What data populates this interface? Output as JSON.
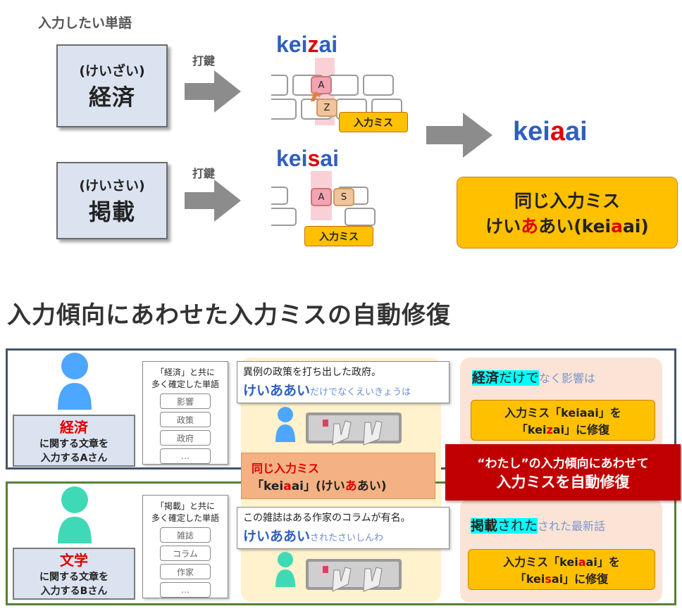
{
  "top": {
    "heading": "入力したい単語",
    "words": [
      {
        "reading": "(けいざい)",
        "kanji": "経済",
        "action": "打鍵",
        "typed": "keizai",
        "typed_pre": "kei",
        "typed_mid": "z",
        "typed_post": "ai",
        "key1": "A",
        "key2": "Z",
        "miss_label": "入力ミス"
      },
      {
        "reading": "(けいさい)",
        "kanji": "掲載",
        "action": "打鍵",
        "typed": "keisai",
        "typed_pre": "kei",
        "typed_mid": "s",
        "typed_post": "ai",
        "key1": "A",
        "key2": "S",
        "miss_label": "入力ミス"
      }
    ],
    "result": {
      "pre": "kei",
      "mid": "a",
      "post": "ai"
    },
    "result_box": {
      "line1": "同じ入力ミス",
      "line2_pre": "けい",
      "line2_mid": "あ",
      "line2_post": "あい(kei",
      "line2_mid2": "a",
      "line2_end": "ai)"
    }
  },
  "title": "入力傾向にあわせた入力ミスの自動修復",
  "panel_a": {
    "topic": "経済",
    "person_line1": "に関する文章を",
    "person_line2": "入力するAさん",
    "cand_title_1": "「経済」と共に",
    "cand_title_2": "多く確定した単語",
    "cands": [
      "影響",
      "政策",
      "政府",
      "…"
    ],
    "sentence": "異例の政策を打ち出した政府。",
    "typed_main": "けいああい",
    "typed_rest": "だけでなくえいきょうは",
    "out_hl1": "経済",
    "out_hl2": "だけで",
    "out_rest": "なく影響は",
    "fix_line1": "入力ミス「keiaai」を",
    "fix_line2_pre": "「kei",
    "fix_line2_mid": "z",
    "fix_line2_post": "ai」に修復"
  },
  "panel_b": {
    "topic": "文学",
    "person_line1": "に関する文章を",
    "person_line2": "入力するBさん",
    "cand_title_1": "「掲載」と共に",
    "cand_title_2": "多く確定した単語",
    "cands": [
      "雑誌",
      "コラム",
      "作家",
      "…"
    ],
    "sentence": "この雑誌はある作家のコラムが有名。",
    "typed_main": "けいああい",
    "typed_rest": "されたさいしんわ",
    "out_hl1": "掲載",
    "out_hl2": "された",
    "out_rest": "された最新話",
    "fix_line1_pre": "入力ミス「kei",
    "fix_line1_mid": "a",
    "fix_line1_post": "ai」を",
    "fix_line2_pre": "「kei",
    "fix_line2_mid": "s",
    "fix_line2_post": "ai」に修復"
  },
  "center": {
    "line1": "同じ入力ミス",
    "line2_pre": "「kei",
    "line2_mid": "a",
    "line2_post": "ai」(けい",
    "line2_mid2": "あ",
    "line2_end": "あい)"
  },
  "banner": {
    "line1": "“わたし”の入力傾向にあわせて",
    "line2": "入力ミスを自動修復"
  },
  "colors": {
    "blue_text": "#2f5fbf",
    "red": "#e00000",
    "orange": "#ffc000",
    "banner_red": "#c00000",
    "cyan_hl": "#00ffff",
    "person_a": "#4da6ff",
    "person_b": "#40d9b8"
  }
}
